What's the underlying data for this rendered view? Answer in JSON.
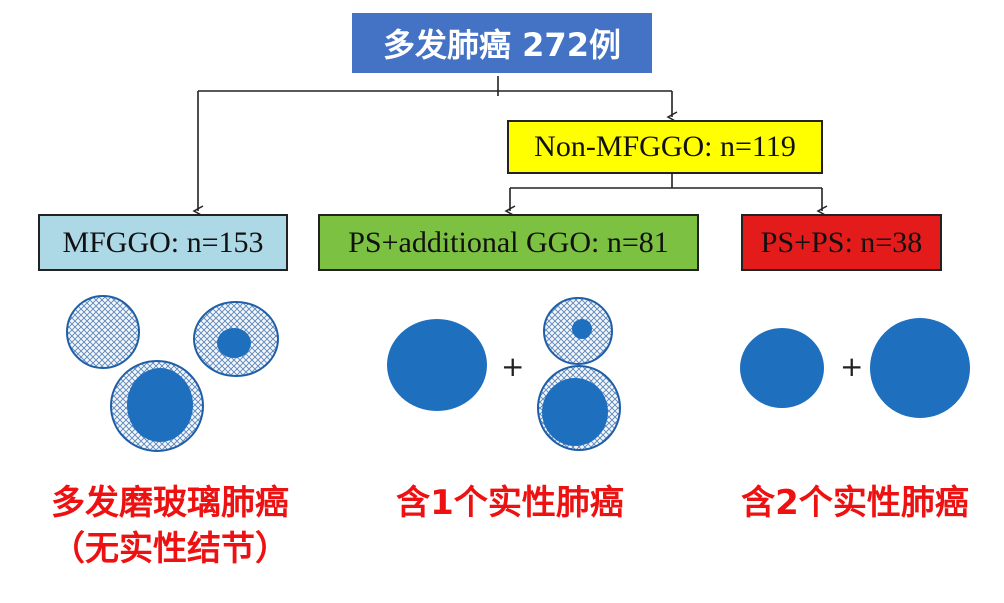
{
  "title": "多发肺癌 272例",
  "nodes": {
    "non_mfggo": "Non-MFGGO: n=119",
    "mfggo": "MFGGO: n=153",
    "ps_additional_ggo": "PS+additional GGO: n=81",
    "ps_ps": "PS+PS: n=38"
  },
  "captions": {
    "mfggo_line1": "多发磨玻璃肺癌",
    "mfggo_line2": "（无实性结节）",
    "one_solid": "含1个实性肺癌",
    "two_solid": "含2个实性肺癌"
  },
  "symbols": {
    "plus": "+"
  },
  "colors": {
    "title_bg": "#4472c4",
    "non_mfggo_bg": "#ffff00",
    "mfggo_bg": "#add8e6",
    "ps_ggo_bg": "#7cc142",
    "ps_ps_bg": "#e31b1b",
    "solid_blue": "#1f6fbf",
    "caption_red": "#ee1111"
  }
}
